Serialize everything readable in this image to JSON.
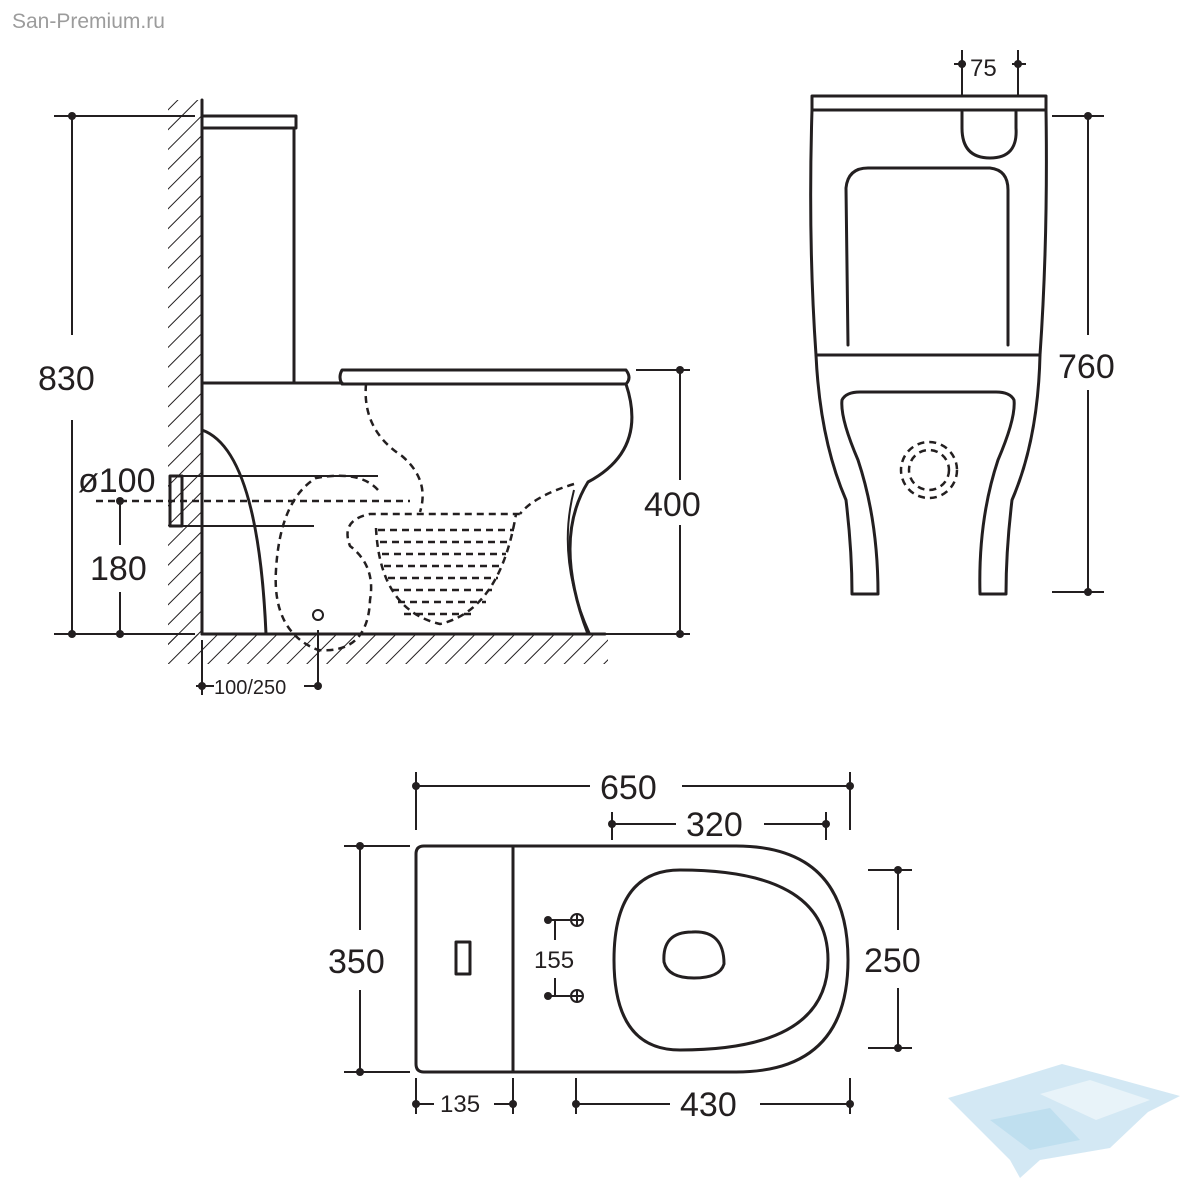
{
  "watermark": "San-Premium.ru",
  "colors": {
    "line": "#231f20",
    "watermark_text": "#9c9c9c",
    "logo": "#cfe6f3"
  },
  "side_view": {
    "total_height": "830",
    "outlet_diameter": "ø100",
    "outlet_height": "180",
    "bowl_height": "400",
    "outlet_wall_distance": "100/250"
  },
  "front_view": {
    "button_width": "75",
    "height": "760"
  },
  "top_view": {
    "overall_length": "650",
    "bowl_length": "320",
    "width": "350",
    "seat_width": "250",
    "fixing_spacing": "155",
    "tank_depth": "135",
    "bowl_depth": "430"
  }
}
